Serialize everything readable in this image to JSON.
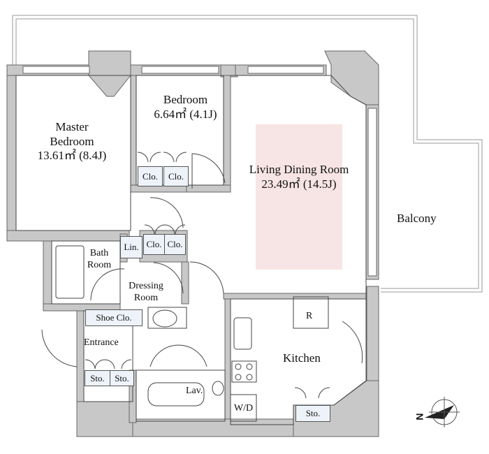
{
  "rooms": {
    "master_bedroom": {
      "line1": "Master",
      "line2": "Bedroom",
      "area": "13.61㎡ (8.4J)"
    },
    "bedroom": {
      "line1": "Bedroom",
      "area": "6.64㎡ (4.1J)"
    },
    "living": {
      "line1": "Living Dining Room",
      "area": "23.49㎡ (14.5J)"
    },
    "balcony": "Balcony",
    "bath": {
      "line1": "Bath",
      "line2": "Room"
    },
    "dressing": {
      "line1": "Dressing",
      "line2": "Room"
    },
    "entrance": "Entrance",
    "kitchen": "Kitchen",
    "lav": "Lav."
  },
  "storage": {
    "clo": "Clo.",
    "lin": "Lin.",
    "shoe": "Shoe Clo.",
    "sto": "Sto.",
    "wd": "W/D",
    "fridge": "R"
  },
  "compass": {
    "label": "N"
  },
  "colors": {
    "wall": "#c8c8c8",
    "highlight": "#f7e4e4",
    "storage": "#eef3fa"
  }
}
